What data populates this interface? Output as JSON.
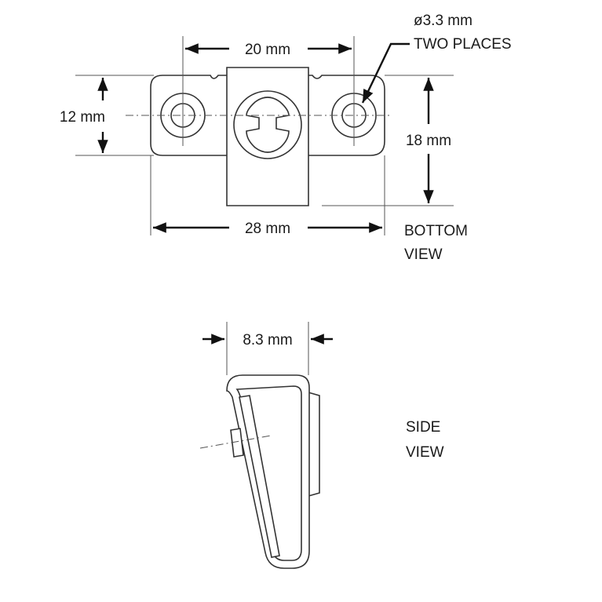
{
  "bottom_view": {
    "hole_spacing": "20 mm",
    "hole_diameter": "ø3.3 mm",
    "hole_note": "TWO PLACES",
    "height": "12 mm",
    "depth": "18 mm",
    "width": "28 mm",
    "view_label_line1": "BOTTOM",
    "view_label_line2": "VIEW"
  },
  "side_view": {
    "thickness": "8.3 mm",
    "view_label_line1": "SIDE",
    "view_label_line2": "VIEW"
  },
  "colors": {
    "ink": "#1a1a1a",
    "paper": "#ffffff"
  }
}
